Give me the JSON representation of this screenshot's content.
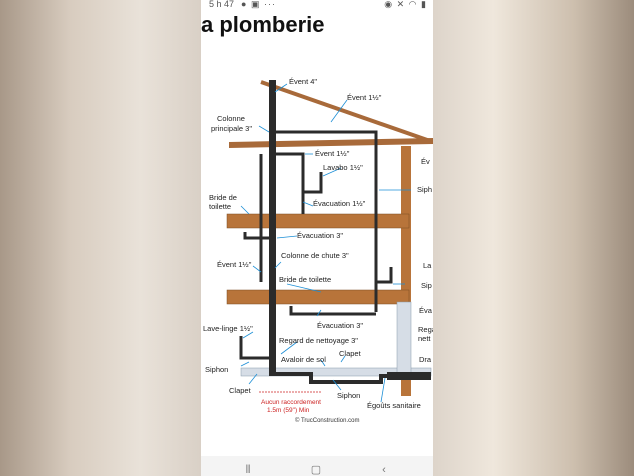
{
  "status": {
    "time": "5 h 47",
    "left_icons": [
      "facebook-icon",
      "gallery-icon",
      "more-icon"
    ],
    "right_icons": [
      "alarm-icon",
      "mute-icon",
      "wifi-icon",
      "signal-icon"
    ]
  },
  "page": {
    "title": "a plomberie"
  },
  "diagram": {
    "labels": {
      "event4": "Évent 4\"",
      "event1half_top": "Évent 1½\"",
      "colonne_principale_1": "Colonne",
      "colonne_principale_2": "principale 3\"",
      "event1half_mid": "Évent 1½\"",
      "lavabo": "Lavabo 1½\"",
      "ev_right": "Év",
      "siph_right": "Siph",
      "bride_toilette_1": "Bride de",
      "bride_toilette_2": "toilette",
      "evacuation_1half": "Évacuation 1½\"",
      "evacuation_3": "Évacuation 3\"",
      "event1half_left": "Évent 1½\"",
      "colonne_chute": "Colonne de chute 3\"",
      "la_right": "La",
      "bride_toilette_mid": "Bride de toilette",
      "sip_right": "Sip",
      "eva_right": "Éva",
      "lave_linge": "Lave-linge 1½\"",
      "evacuation_3_low": "Évacuation 3\"",
      "regard_right_1": "Rega",
      "regard_right_2": "nett",
      "regard_nettoyage": "Regard de nettoyage 3\"",
      "clapet_mid": "Clapet",
      "avaloir": "Avaloir de sol",
      "dra_right": "Dra",
      "siphon_left": "Siphon",
      "clapet_left": "Clapet",
      "aucun_1": "Aucun raccordement",
      "aucun_2": "1.5m (59\") Min",
      "siphon_bottom": "Siphon",
      "egouts": "Égoûts sanitaire",
      "credit": "© TrucConstruction.com"
    }
  },
  "navbar": {
    "recent_icon": "recent-apps-icon",
    "home_icon": "home-icon",
    "back_icon": "back-icon"
  },
  "colors": {
    "pipe": "#2b2b2b",
    "vent_blue": "#1d8fd6",
    "wood": "#b8743a",
    "roof": "#a86a3a",
    "annotation_red": "#cc2222"
  }
}
